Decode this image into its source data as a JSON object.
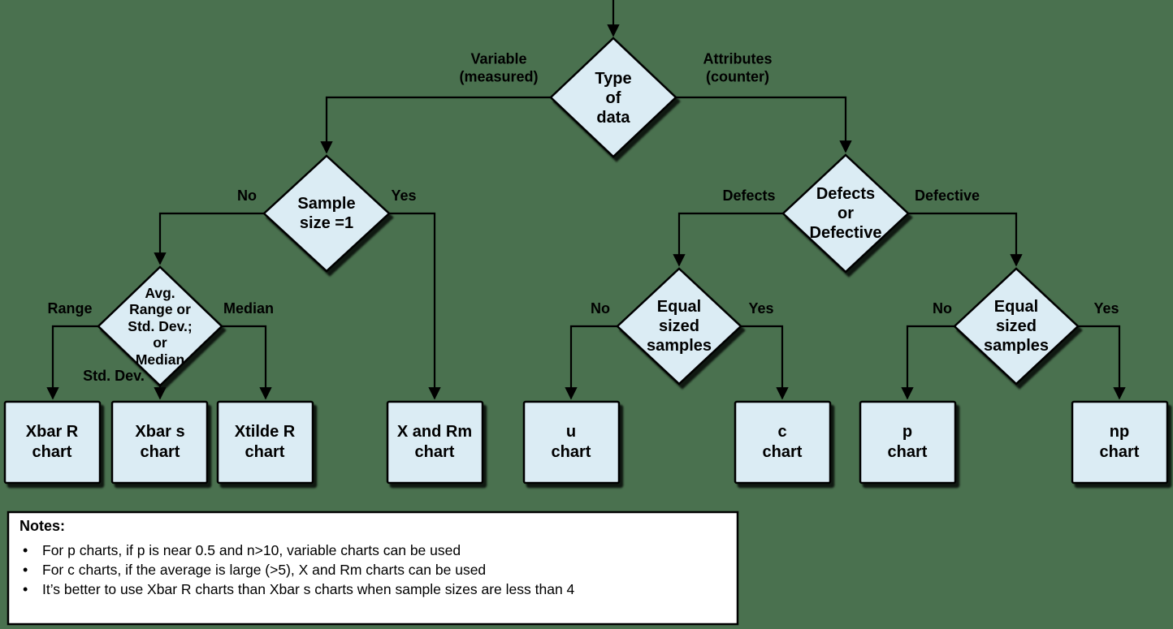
{
  "colors": {
    "background": "#4a714f",
    "node_fill": "#dbecf4",
    "notes_fill": "#ffffff",
    "line": "#000000"
  },
  "nodes": {
    "type_of_data": "Type\nof\ndata",
    "sample_size": "Sample\nsize =1",
    "avg_range_std_median": "Avg.\nRange or\nStd. Dev.;\nor\nMedian",
    "defects_or_defective": "Defects\nor\nDefective",
    "equal_sized_samples_left": "Equal\nsized\nsamples",
    "equal_sized_samples_right": "Equal\nsized\nsamples"
  },
  "leaves": {
    "xbar_r": "Xbar R\nchart",
    "xbar_s": "Xbar s\nchart",
    "xtilde_r": "Xtilde R\nchart",
    "x_and_rm": "X and Rm\nchart",
    "u": "u\nchart",
    "c": "c\nchart",
    "p": "p\nchart",
    "np": "np\nchart"
  },
  "edge_labels": {
    "variable": "Variable\n(measured)",
    "attributes": "Attributes\n(counter)",
    "no_sample": "No",
    "yes_sample": "Yes",
    "range": "Range",
    "std_dev": "Std. Dev.",
    "median": "Median",
    "defects": "Defects",
    "defective": "Defective",
    "no_equal_left": "No",
    "yes_equal_left": "Yes",
    "no_equal_right": "No",
    "yes_equal_right": "Yes"
  },
  "notes": {
    "title": "Notes:",
    "items": [
      "For p charts, if p is near 0.5 and n>10, variable charts can be used",
      "For c charts, if the average is large (>5), X and Rm charts can be used",
      "It’s better to use Xbar R charts than Xbar s charts when sample sizes are less than 4"
    ]
  }
}
